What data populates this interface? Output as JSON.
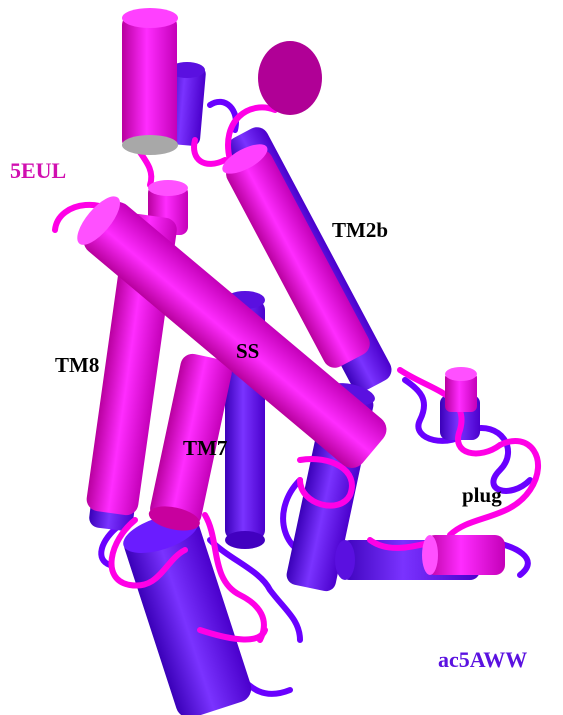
{
  "structures": {
    "reference": {
      "name": "5EUL",
      "color": "#ff00ff"
    },
    "model": {
      "name": "ac5AWW",
      "color": "#6a00ff"
    }
  },
  "labels": {
    "tm2b": "TM2b",
    "tm8": "TM8",
    "ss": "SS",
    "tm7": "TM7",
    "plug": "plug"
  }
}
